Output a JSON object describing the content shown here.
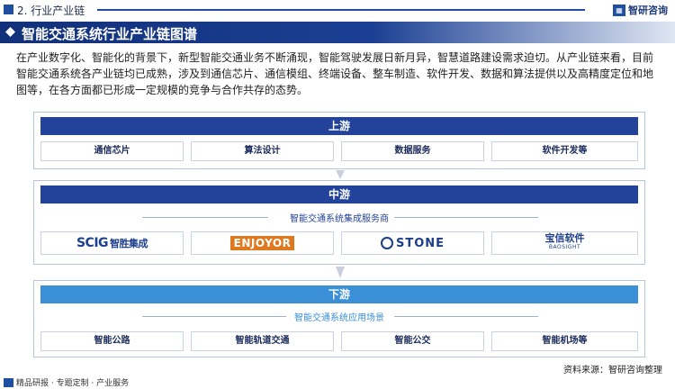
{
  "header": {
    "section_title": "2. 行业产业链",
    "brand_name": "智研咨询",
    "main_title": "智能交通系统行业产业链图谱"
  },
  "intro": "在产业数字化、智能化的背景下，新型智能交通业务不断涌现，智能驾驶发展日新月异，智慧道路建设需求迫切。从产业链来看，目前智能交通系统各产业链均已成熟，涉及到通信芯片、通信模组、终端设备、整车制造、软件开发、数据和算法提供以及高精度定位和地图等，在各方面都已形成一定规模的竞争与合作共存的态势。",
  "upstream": {
    "label": "上游",
    "items": [
      "通信芯片",
      "算法设计",
      "数据服务",
      "软件开发等"
    ]
  },
  "midstream": {
    "label": "中游",
    "subtitle": "智能交通系统集成服务商",
    "logos": {
      "scig_latin": "SCIG",
      "scig_cn": "智胜集成",
      "enjoyor": "ENJOYOR",
      "stone": "STONE",
      "bao_cn": "宝信软件",
      "bao_en": "BAOSIGHT"
    }
  },
  "downstream": {
    "label": "下游",
    "subtitle": "智能交通系统应用场景",
    "items": [
      "智能公路",
      "智能轨道交通",
      "智能公交",
      "智能机场等"
    ]
  },
  "footer": {
    "left": "精品研报 · 专题定制 · 产业服务",
    "source": "资料来源：智研咨询整理"
  },
  "colors": {
    "dark_blue": "#23439a",
    "light_blue": "#3a8fd6",
    "accent_orange": "#e07820",
    "accent_red": "#d42424"
  }
}
